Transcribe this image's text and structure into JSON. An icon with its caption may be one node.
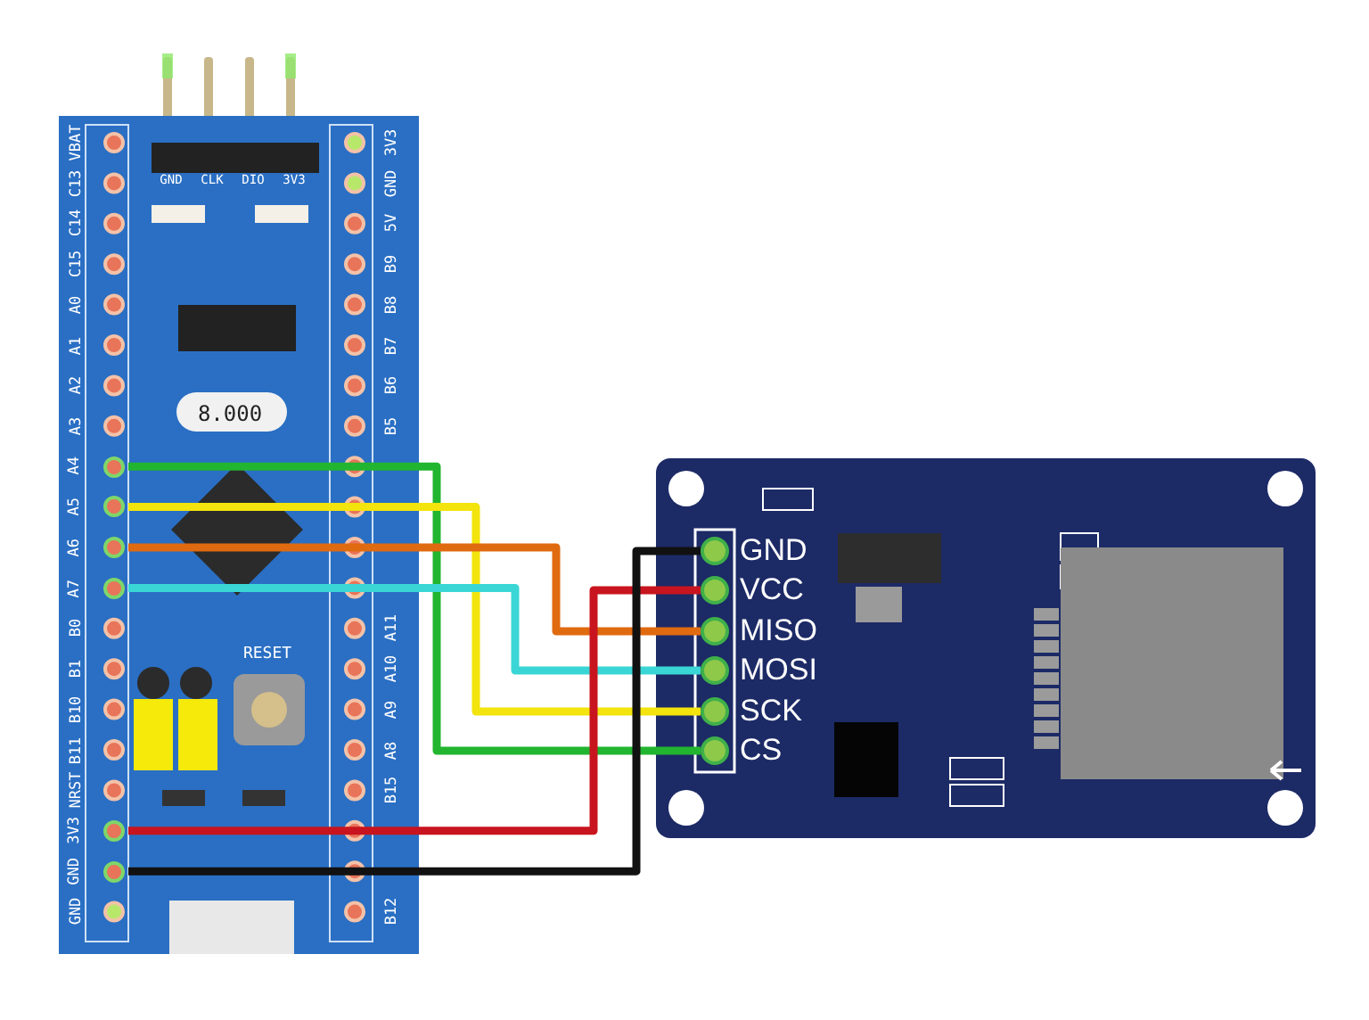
{
  "diagram": {
    "nodes": [
      {
        "text": [],
        "shape": "picture"
      },
      {
        "text": [],
        "shape": "picture"
      },
      {
        "text": [
          "A4"
        ],
        "in": 0
      },
      {
        "text": [
          "A5"
        ],
        "in": 0
      },
      {
        "text": [
          "A6"
        ],
        "in": 0
      },
      {
        "text": [
          "A7"
        ],
        "in": 0
      },
      {
        "text": [
          "3V3"
        ],
        "in": 0
      },
      {
        "text": [
          "GND"
        ],
        "in": 0
      },
      {
        "text": [
          "GND"
        ],
        "in": 1
      },
      {
        "text": [
          "VCC"
        ],
        "in": 1
      },
      {
        "text": [
          "MISO"
        ],
        "in": 1
      },
      {
        "text": [
          "MOSI"
        ],
        "in": 1
      },
      {
        "text": [
          "SCK"
        ],
        "in": 1
      },
      {
        "text": [
          "CS"
        ],
        "in": 1
      }
    ],
    "edges": [
      {
        "from": 2,
        "to": 13,
        "arrow": "none",
        "color": "#22b530"
      },
      {
        "from": 3,
        "to": 12,
        "arrow": "none",
        "color": "#f2e40c"
      },
      {
        "from": 4,
        "to": 10,
        "arrow": "none",
        "color": "#e06a10"
      },
      {
        "from": 5,
        "to": 11,
        "arrow": "none",
        "color": "#3ad6d6"
      },
      {
        "from": 6,
        "to": 9,
        "arrow": "none",
        "color": "#c8141e"
      },
      {
        "from": 7,
        "to": 8,
        "arrow": "none",
        "color": "#111111"
      }
    ],
    "labels": [
      "GND",
      "CLK",
      "DIO",
      "3V3",
      "VBAT",
      "C13",
      "C14",
      "C15",
      "A0",
      "A1",
      "A2",
      "A3",
      "B0",
      "B1",
      "B10",
      "B11",
      "NRST",
      "GND",
      "3V3",
      "GND",
      "5V",
      "B9",
      "B8",
      "B7",
      "B6",
      "B5",
      "A11",
      "A10",
      "A9",
      "A8",
      "B15",
      "B12",
      "8.000",
      "RESET"
    ]
  }
}
